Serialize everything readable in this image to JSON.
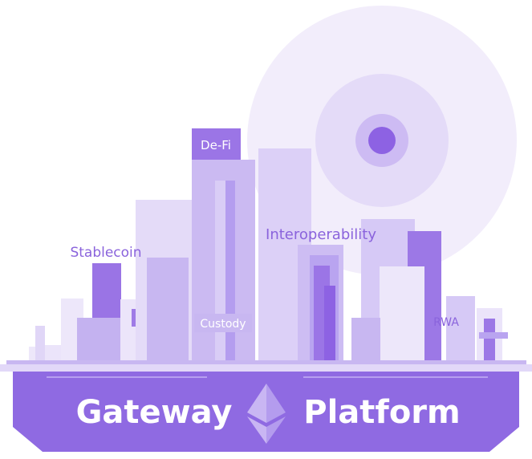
{
  "colors": {
    "halo_outer": "#f1ecfb",
    "halo_mid": "#e5dcf8",
    "halo_inner": "#c7b4f2",
    "core": "#8f63e3",
    "building_light": "#d8ccf6",
    "building_mid": "#c0adef",
    "building_dark": "#9c78e6",
    "base_band": "#8f6ae2",
    "label_text": "#8a63dc",
    "title_text": "#ffffff"
  },
  "labels": {
    "defi": "De-Fi",
    "stablecoin": "Stablecoin",
    "interoperability": "Interoperability",
    "custody": "Custody",
    "rwa": "RWA"
  },
  "platform": {
    "left_word": "Gateway",
    "right_word": "Platform",
    "logo_icon": "ethereum-diamond-icon"
  }
}
